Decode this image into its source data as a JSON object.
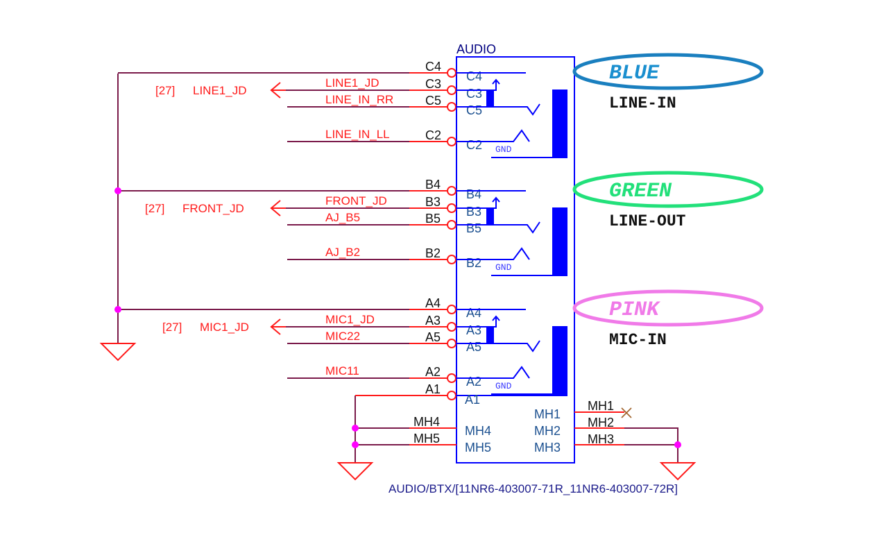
{
  "component": {
    "title": "AUDIO",
    "part_label": "AUDIO/BTX/[11NR6-403007-71R_11NR6-403007-72R]",
    "gnd_label": "GND"
  },
  "jacks": [
    {
      "color_name": "BLUE",
      "function": "LINE-IN",
      "ellipse_color": "#1a7fbf",
      "text_color": "#1a8fcf",
      "offpage_ref": "[27]",
      "offpage_net": "LINE1_JD",
      "pins": [
        {
          "pin": "C4",
          "net": ""
        },
        {
          "pin": "C3",
          "net": "LINE1_JD"
        },
        {
          "pin": "C5",
          "net": "LINE_IN_RR"
        },
        {
          "pin": "C2",
          "net": "LINE_IN_LL"
        }
      ]
    },
    {
      "color_name": "GREEN",
      "function": "LINE-OUT",
      "ellipse_color": "#22e07a",
      "text_color": "#22e07a",
      "offpage_ref": "[27]",
      "offpage_net": "FRONT_JD",
      "pins": [
        {
          "pin": "B4",
          "net": ""
        },
        {
          "pin": "B3",
          "net": "FRONT_JD"
        },
        {
          "pin": "B5",
          "net": "AJ_B5"
        },
        {
          "pin": "B2",
          "net": "AJ_B2"
        }
      ]
    },
    {
      "color_name": "PINK",
      "function": "MIC-IN",
      "ellipse_color": "#f07ae8",
      "text_color": "#f07ae8",
      "offpage_ref": "[27]",
      "offpage_net": "MIC1_JD",
      "pins": [
        {
          "pin": "A4",
          "net": ""
        },
        {
          "pin": "A3",
          "net": "MIC1_JD"
        },
        {
          "pin": "A5",
          "net": "MIC22"
        },
        {
          "pin": "A2",
          "net": "MIC11"
        }
      ]
    }
  ],
  "extra_pins": {
    "a1": "A1",
    "left": [
      "MH4",
      "MH5"
    ],
    "right": [
      "MH1",
      "MH2",
      "MH3"
    ]
  }
}
